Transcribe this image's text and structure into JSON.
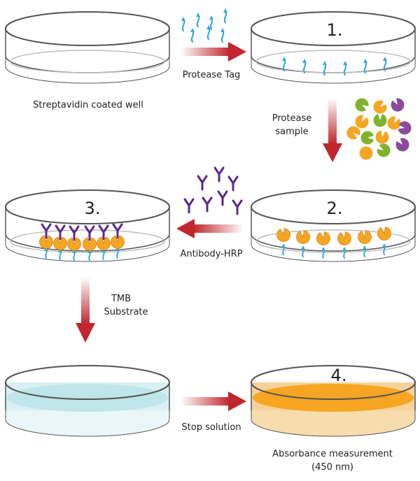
{
  "labels": {
    "well_initial": "Streptavidin coated well",
    "protease_tag": "Protease Tag",
    "protease_sample_l1": "Protease",
    "protease_sample_l2": "sample",
    "antibody_hrp": "Antibody-HRP",
    "tmb_l1": "TMB",
    "tmb_l2": "Substrate",
    "stop_solution": "Stop solution",
    "absorbance_l1": "Absorbance measurement",
    "absorbance_l2": "(450 nm)"
  },
  "steps": {
    "s1": "1.",
    "s2": "2.",
    "s3": "3.",
    "s4": "4."
  },
  "colors": {
    "tag": "#39a9dc",
    "protease_green": "#7fb22d",
    "protease_orange": "#f5a623",
    "protease_purple": "#8c4a9c",
    "antibody": "#5b2a86",
    "arrow_red": "#c0262d",
    "tmb_liquid": "#bfe6ea",
    "stop_liquid": "#f6a623"
  },
  "icons": {
    "tag": "squiggle-arrow-icon",
    "protease": "pacman-icon",
    "antibody": "y-antibody-icon"
  }
}
